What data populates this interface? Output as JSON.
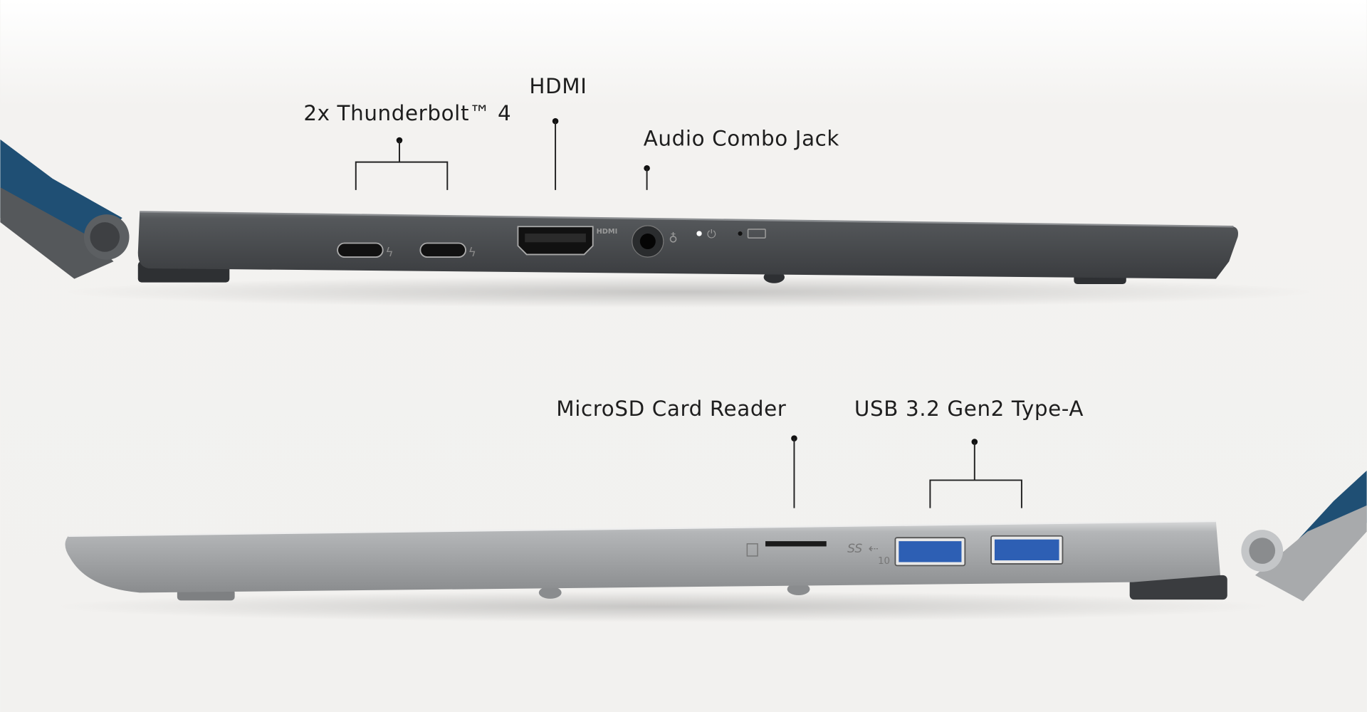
{
  "labels": {
    "thunderbolt": "2x Thunderbolt™ 4",
    "hdmi": "HDMI",
    "audio": "Audio Combo Jack",
    "microsd": "MicroSD Card Reader",
    "usb": "USB 3.2 Gen2 Type-A"
  },
  "port_markings": {
    "hdmi_logo": "HDMI",
    "usb_ss": "SS",
    "usb_speed": "10"
  },
  "colors": {
    "background": "#f3f2f0",
    "top_body": "#4a4d50",
    "bottom_body": "#9c9ea0",
    "usb_blue": "#2d5fb4",
    "lid_blue": "#1f4f74"
  }
}
